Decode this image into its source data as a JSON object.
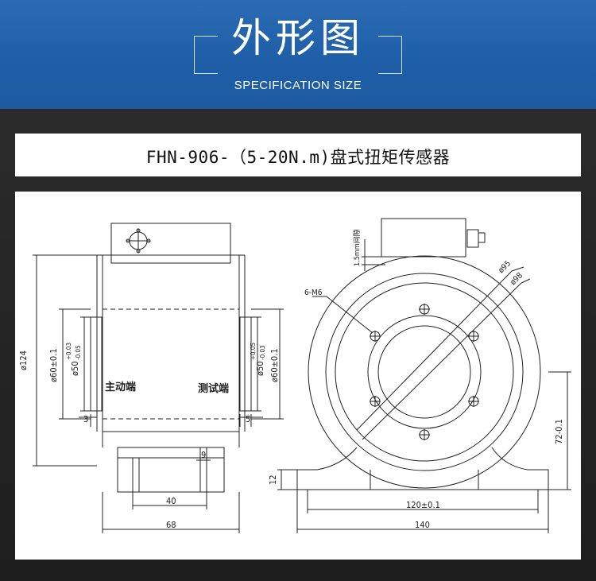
{
  "header": {
    "title": "外形图",
    "subtitle": "SPECIFICATION SIZE"
  },
  "model": {
    "label": "FHN-906-（5-20N.m)盘式扭矩传感器"
  },
  "drawing": {
    "side_view": {
      "dim_outer_dia": "ø124",
      "dim_left_shaft": "ø60±0.1",
      "dim_left_bore": "ø50",
      "dim_left_bore_tol_upper": "+0.03",
      "dim_left_bore_tol_lower": "-0.05",
      "label_drive_end": "主动端",
      "dim_left_step": "3",
      "label_test_end": "测试端",
      "dim_right_bore": "ø50",
      "dim_right_bore_tol_upper": "+0.05",
      "dim_right_bore_tol_lower": "-0.03",
      "dim_right_shaft": "ø60±0.1",
      "dim_right_step": "5",
      "dim_slot": "9",
      "dim_base_inner": "40",
      "dim_base_total": "68"
    },
    "front_view": {
      "dim_gap": "1.5mm间隙",
      "dim_bolt": "6-M6",
      "dim_dia_95": "ø95",
      "dim_dia_98": "ø98",
      "dim_height": "72-0.1",
      "dim_foot": "12",
      "dim_hole_spacing": "120±0.1",
      "dim_total_width": "140"
    }
  }
}
